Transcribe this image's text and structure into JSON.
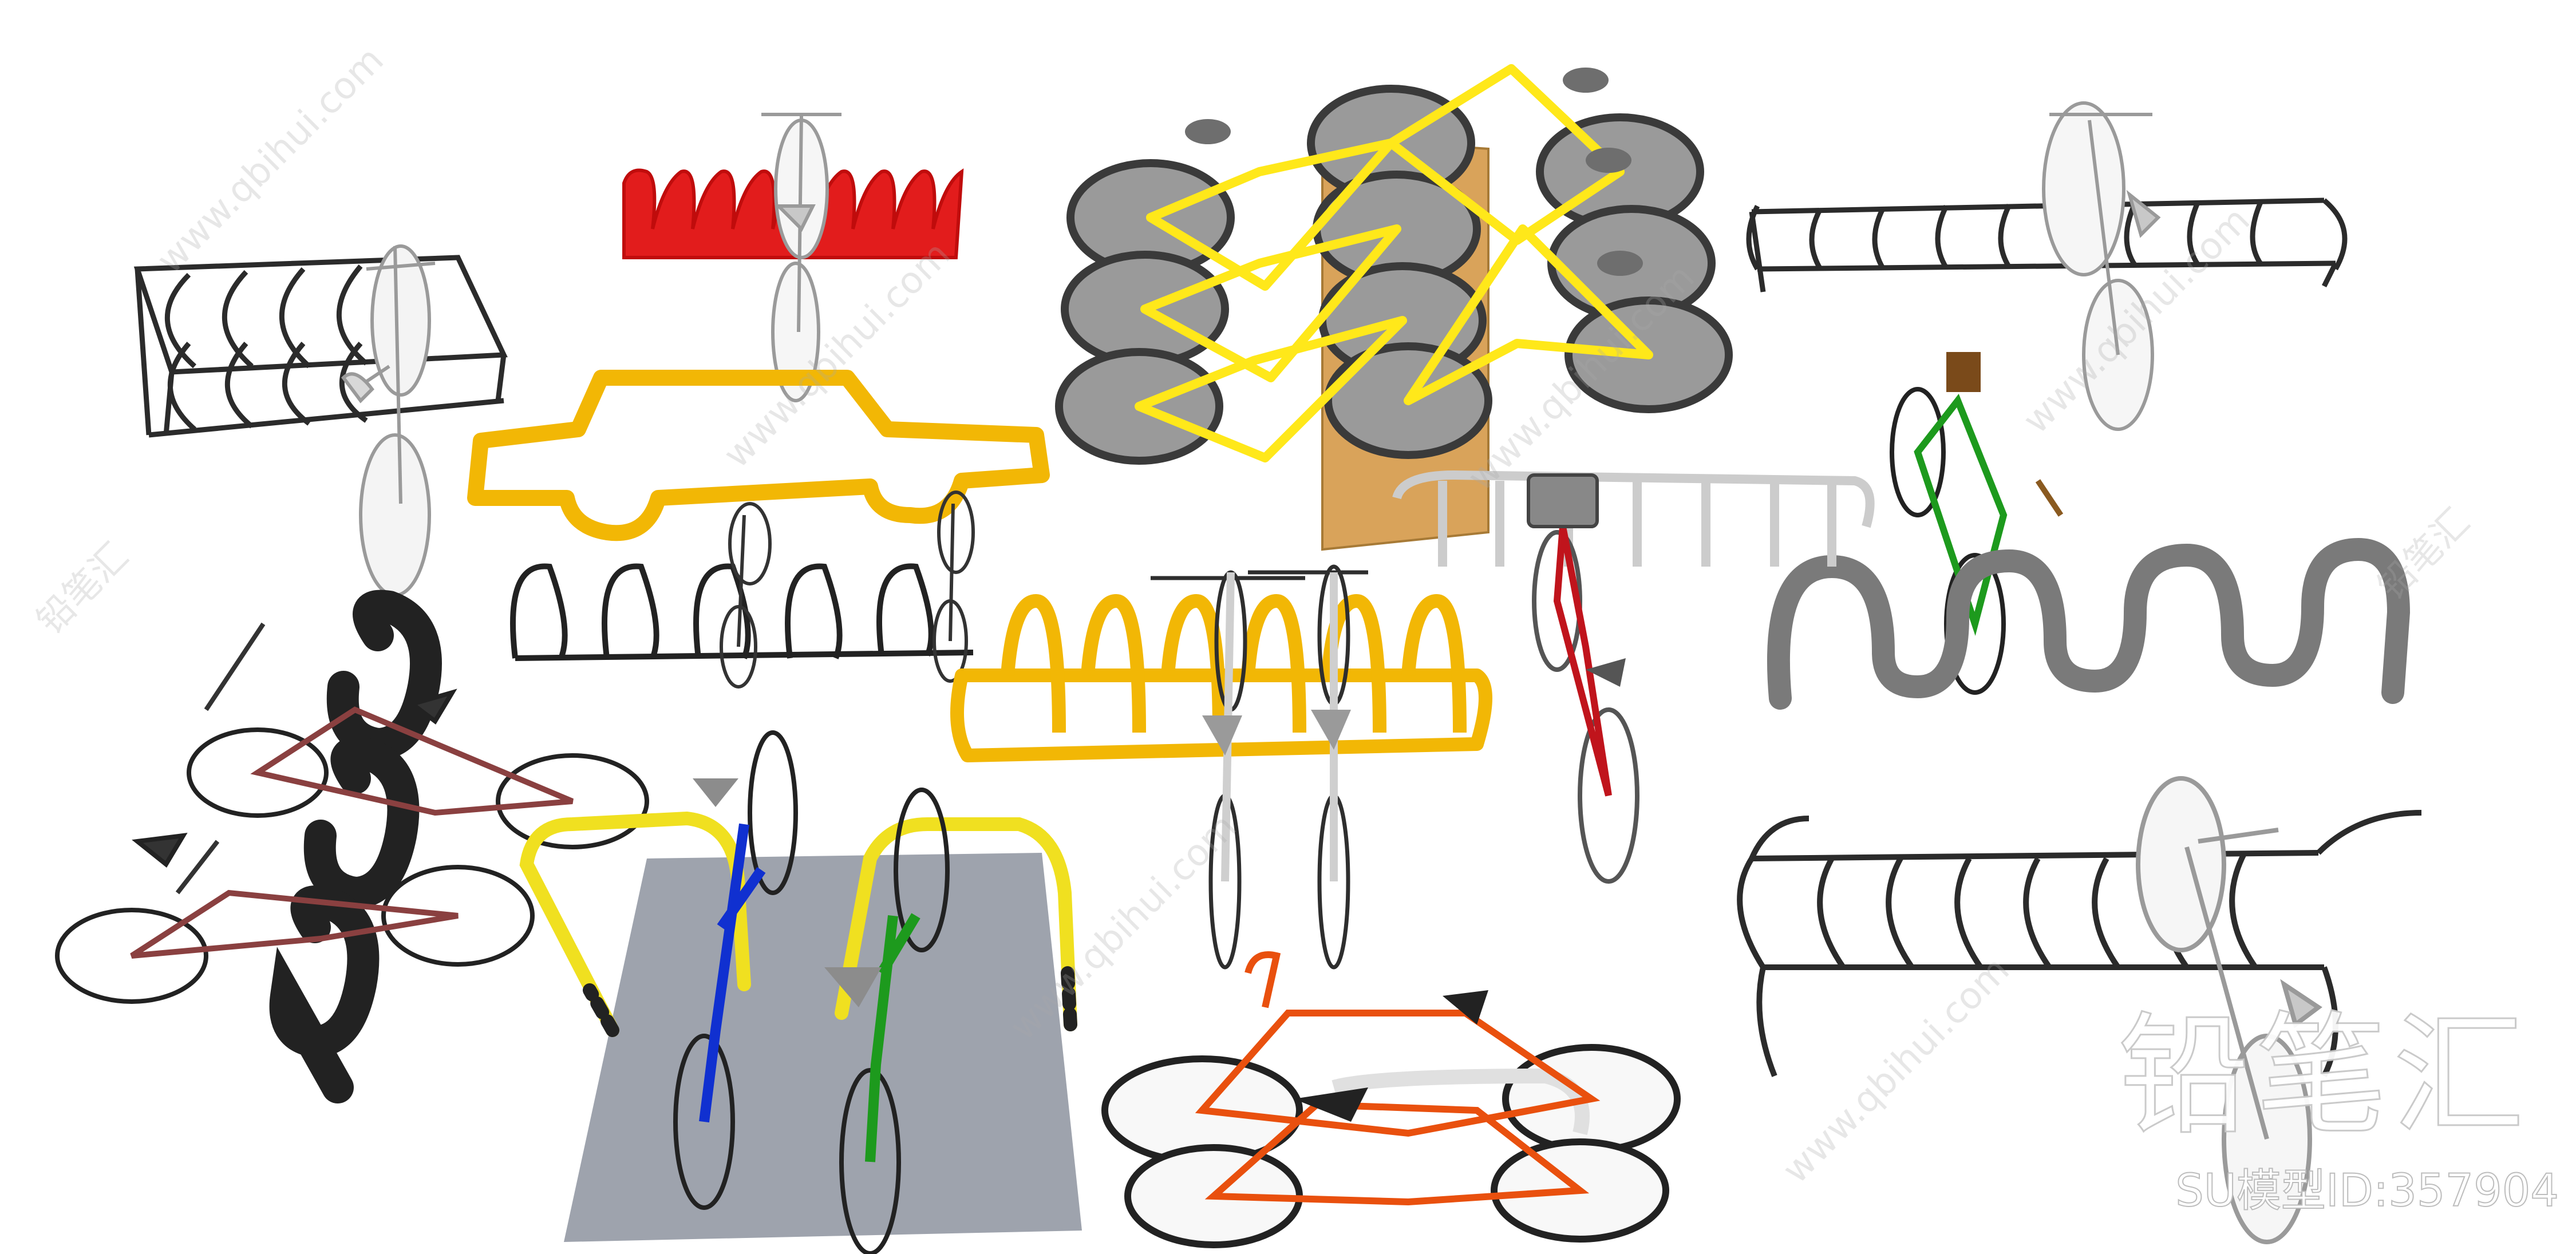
{
  "watermark": {
    "brand": "铅笔汇",
    "model_id": "SU模型ID:357904",
    "diagonal_text": "www.qbihui.com",
    "diagonal_text_cn": "铅笔汇"
  },
  "colors": {
    "background": "#ffffff",
    "rack_dark": "#2b2b2b",
    "rack_red": "#e01010",
    "rack_yellow": "#f2b705",
    "wheel_grey": "#9a9a9a",
    "frame_yellow": "#ffe81a",
    "mat_grey": "#9ea3ad",
    "bike_red": "#c0141c",
    "bike_green": "#1d9a1d",
    "bike_blue": "#1030d0",
    "bike_orange": "#e9500e",
    "bike_brown": "#8a4040",
    "wave_grey": "#7a7a7a"
  }
}
